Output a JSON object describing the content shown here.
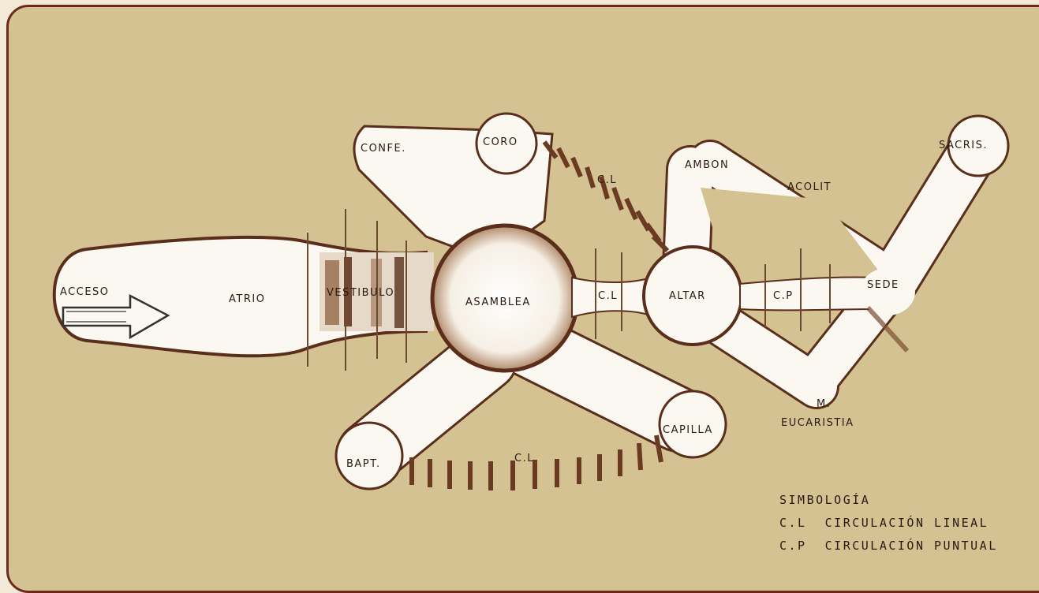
{
  "spaces": {
    "acceso": "ACCESO",
    "atrio": "ATRIO",
    "vestibulo": "VESTIBULO",
    "asamblea": "ASAMBLEA",
    "confe": "CONFE.",
    "coro": "CORO",
    "cl_top": "C.L",
    "ambon": "AMBON",
    "acolit": "ACOLIT",
    "sacris": "SACRIS.",
    "cl_mid": "C.L",
    "altar": "ALTAR",
    "cp": "C.P",
    "sede": "SEDE",
    "m": "M.",
    "eucaristia": "EUCARISTIA",
    "capilla": "CAPILLA",
    "cl_bottom": "C.L",
    "bapt": "BAPT."
  },
  "legend": {
    "title": "SIMBOLOGÍA",
    "line1": "C.L  CIRCULACIÓN LINEAL",
    "line2": "C.P  CIRCULACIÓN PUNTUAL"
  },
  "colors": {
    "background": "#d4c293",
    "border": "#6b2a1c",
    "space_fill": "#fbf8f2",
    "outline": "#5a2e1a"
  }
}
